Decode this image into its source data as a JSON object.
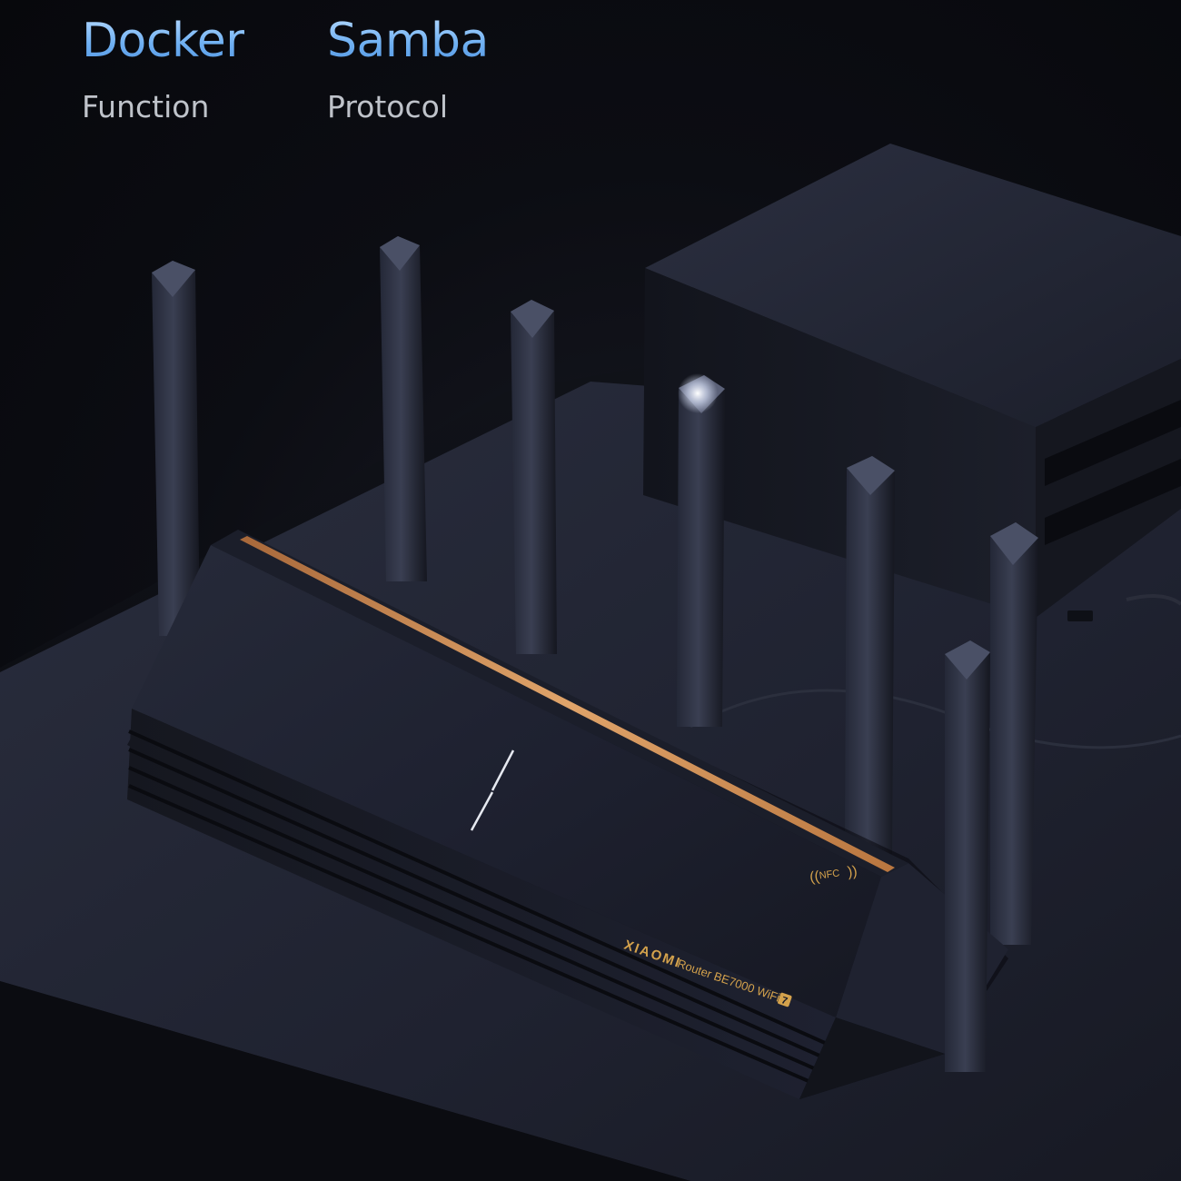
{
  "headline": {
    "features": [
      {
        "title": "Docker",
        "subtitle": "Function"
      },
      {
        "title": "Samba",
        "subtitle": "Protocol"
      }
    ]
  },
  "product": {
    "nfc_label": "NFC",
    "brand": "XIAOMI",
    "model": "Router BE7000 WiFi",
    "wifi_generation": "7"
  },
  "colors": {
    "title_blue": "#6fb0f2",
    "subtitle_gray": "#bfc3ca",
    "copper_accent": "#c98a4e",
    "gold_print": "#d4a24c",
    "body_dark": "#1a1d29"
  }
}
